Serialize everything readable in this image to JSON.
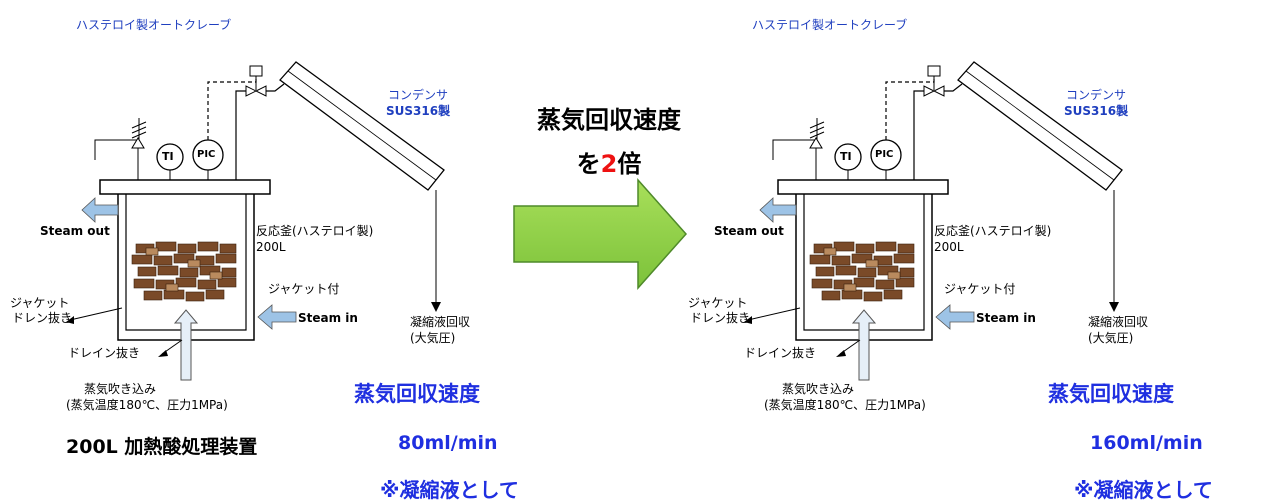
{
  "colors": {
    "accent_blue": "#1f2fe0",
    "label_blue": "#1f3fbf",
    "highlight_red": "#ee1111",
    "arrow_green": "#8ccf3f",
    "pipe_arrow": "#9dc3e6",
    "material_brown": "#7a4a28"
  },
  "center": {
    "line1": "蒸気回収速度",
    "line2_prefix": "を",
    "line2_number": "2",
    "line2_suffix": "倍"
  },
  "left": {
    "autoclave_title": "ハステロイ製オートクレーブ",
    "condenser": "コンデンサ",
    "condenser_material": "SUS316製",
    "gauge_ti": "TI",
    "gauge_pic": "PIC",
    "steam_out": "Steam out",
    "steam_in": "Steam in",
    "vessel_line1": "反応釜(ハステロイ製)",
    "vessel_line2": "200L",
    "jacket": "ジャケット付",
    "jacket_drain_1": "ジャケット",
    "jacket_drain_2": "ドレン抜き",
    "drain": "ドレイン抜き",
    "condensate_1": "凝縮液回収",
    "condensate_2": "(大気圧)",
    "injection_1": "蒸気吹き込み",
    "injection_2": "(蒸気温度180℃、圧力1MPa)",
    "device_name": "200L 加熱酸処理装置",
    "rate_title": "蒸気回収速度",
    "rate_value": "80ml/min",
    "note": "※凝縮液として"
  },
  "right": {
    "autoclave_title": "ハステロイ製オートクレーブ",
    "condenser": "コンデンサ",
    "condenser_material": "SUS316製",
    "gauge_ti": "TI",
    "gauge_pic": "PIC",
    "steam_out": "Steam out",
    "steam_in": "Steam in",
    "vessel_line1": "反応釜(ハステロイ製)",
    "vessel_line2": "200L",
    "jacket": "ジャケット付",
    "jacket_drain_1": "ジャケット",
    "jacket_drain_2": "ドレン抜き",
    "drain": "ドレイン抜き",
    "condensate_1": "凝縮液回収",
    "condensate_2": "(大気圧)",
    "injection_1": "蒸気吹き込み",
    "injection_2": "(蒸気温度180℃、圧力1MPa)",
    "rate_title": "蒸気回収速度",
    "rate_value": "160ml/min",
    "note": "※凝縮液として"
  }
}
